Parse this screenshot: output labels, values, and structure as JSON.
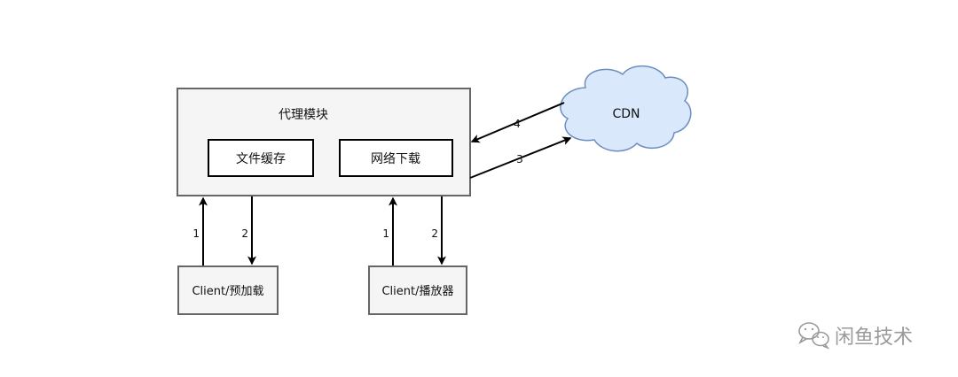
{
  "proxy_module": {
    "title": "代理模块",
    "file_cache": "文件缓存",
    "network_download": "网络下载"
  },
  "cdn": {
    "label": "CDN"
  },
  "clients": {
    "preload": "Client/预加载",
    "player": "Client/播放器"
  },
  "edges": {
    "preload_up": "1",
    "preload_down": "2",
    "player_up": "1",
    "player_down": "2",
    "download_to_cdn": "3",
    "cdn_to_proxy": "4"
  },
  "watermark": {
    "text": "闲鱼技术"
  },
  "colors": {
    "proxy_fill": "#f5f5f5",
    "proxy_stroke": "#666666",
    "cloud_fill": "#dae8fc",
    "cloud_stroke": "#6c8ebf",
    "inner_stroke": "#000000",
    "arrow": "#000000",
    "watermark": "#9a9a9a"
  }
}
